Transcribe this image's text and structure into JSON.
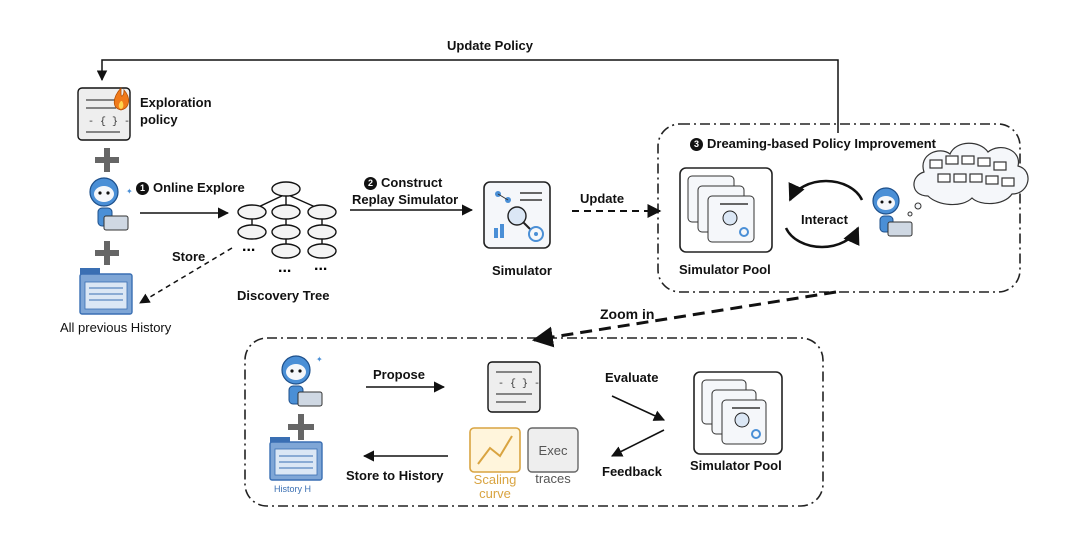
{
  "labels": {
    "update_policy": "Update Policy",
    "exploration_policy_line1": "Exploration",
    "exploration_policy_line2": "policy",
    "online_explore_num": "1",
    "online_explore": "Online Explore",
    "store": "Store",
    "all_previous_history": "All previous History",
    "discovery_tree": "Discovery Tree",
    "construct_num": "2",
    "construct_line1": "Construct",
    "construct_line2": "Replay Simulator",
    "simulator": "Simulator",
    "update": "Update",
    "dreaming_num": "3",
    "dreaming_title": "Dreaming-based Policy Improvement",
    "interact": "Interact",
    "simulator_pool": "Simulator Pool",
    "zoom_in": "Zoom in",
    "propose": "Propose",
    "evaluate": "Evaluate",
    "feedback": "Feedback",
    "store_to_history": "Store to History",
    "history_h": "History H",
    "scaling_line1": "Scaling",
    "scaling_line2": "curve",
    "exec_line1": "Exec",
    "exec_line2": "traces",
    "simulator_pool_bottom": "Simulator Pool",
    "code_glyph": "- { } -",
    "ellipsis": "..."
  },
  "colors": {
    "line": "#111111",
    "box_fill": "#eeeeee",
    "folder_blue": "#7fa6d6",
    "folder_dark": "#3a6fb3",
    "robot_blue": "#4a8fd6",
    "scaling_orange": "#d9a441",
    "fire_orange": "#f07a1a"
  }
}
